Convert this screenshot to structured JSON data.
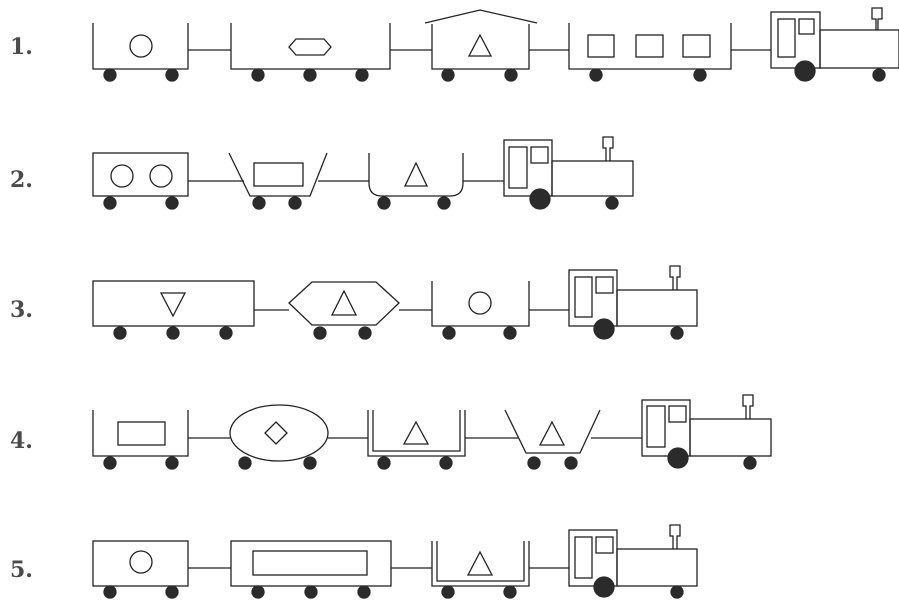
{
  "trains": [
    {
      "label": "1.",
      "cars": [
        {
          "type": "open",
          "symbol": "circle"
        },
        {
          "type": "open",
          "symbol": "hexagon"
        },
        {
          "type": "roof",
          "symbol": "triangle"
        },
        {
          "type": "open",
          "symbol": "three-squares"
        },
        {
          "type": "locomotive",
          "symbol": "none"
        }
      ]
    },
    {
      "label": "2.",
      "cars": [
        {
          "type": "box",
          "symbol": "two-circles"
        },
        {
          "type": "hopper",
          "symbol": "rectangle"
        },
        {
          "type": "rounded-tub",
          "symbol": "triangle"
        },
        {
          "type": "locomotive",
          "symbol": "none"
        }
      ]
    },
    {
      "label": "3.",
      "cars": [
        {
          "type": "box",
          "symbol": "inverted-triangle"
        },
        {
          "type": "hex-tank",
          "symbol": "triangle"
        },
        {
          "type": "open",
          "symbol": "circle"
        },
        {
          "type": "locomotive",
          "symbol": "none"
        }
      ]
    },
    {
      "label": "4.",
      "cars": [
        {
          "type": "open",
          "symbol": "rectangle"
        },
        {
          "type": "oval-tank",
          "symbol": "diamond"
        },
        {
          "type": "double-walled-open",
          "symbol": "triangle"
        },
        {
          "type": "hopper",
          "symbol": "triangle"
        },
        {
          "type": "locomotive",
          "symbol": "none"
        }
      ]
    },
    {
      "label": "5.",
      "cars": [
        {
          "type": "box",
          "symbol": "circle"
        },
        {
          "type": "box",
          "symbol": "long-rectangle"
        },
        {
          "type": "double-walled-open",
          "symbol": "triangle"
        },
        {
          "type": "locomotive",
          "symbol": "none"
        }
      ]
    }
  ]
}
